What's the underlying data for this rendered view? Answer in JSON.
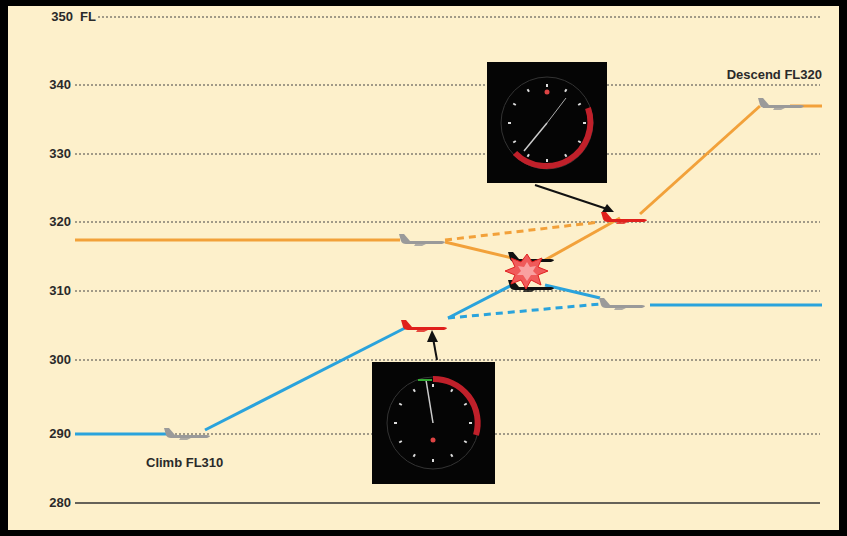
{
  "diagram": {
    "labels": [
      "350",
      "FL",
      "340",
      "330",
      "320",
      "310",
      "300",
      "290",
      "280",
      "Descend FL320",
      "Climb FL310"
    ]
  }
}
